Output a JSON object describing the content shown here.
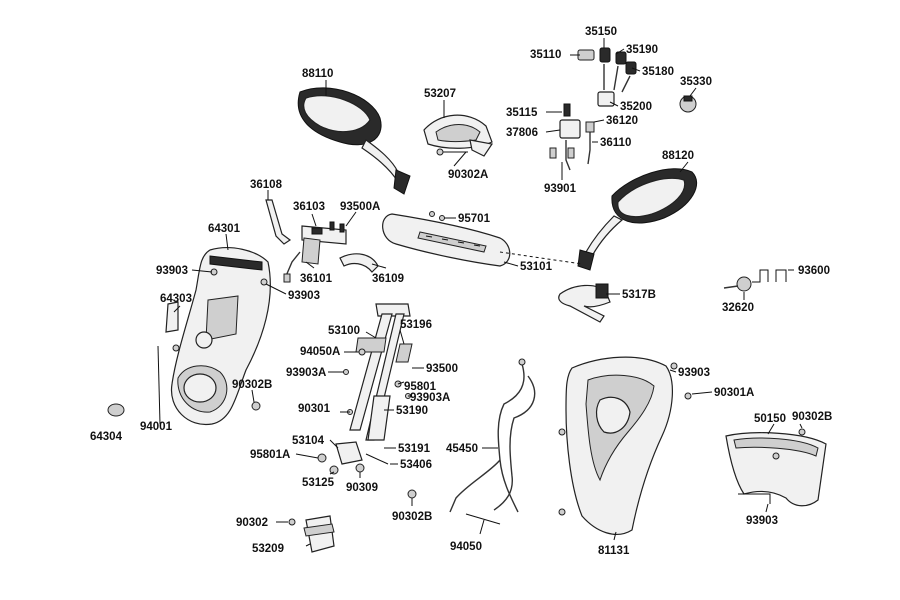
{
  "labels": {
    "p88110": "88110",
    "p53207": "53207",
    "p35150": "35150",
    "p35110": "35110",
    "p35190": "35190",
    "p35180": "35180",
    "p35330": "35330",
    "p35115": "35115",
    "p35200": "35200",
    "p37806": "37806",
    "p36120": "36120",
    "p36110": "36110",
    "p90302A": "90302A",
    "p93901": "93901",
    "p88120": "88120",
    "p36108": "36108",
    "p36103": "36103",
    "p93500A": "93500A",
    "p95701": "95701",
    "p64301": "64301",
    "p93903_a": "93903",
    "p36101": "36101",
    "p36109": "36109",
    "p53101": "53101",
    "p93903_b": "93903",
    "p64303": "64303",
    "p93600": "93600",
    "p5317B": "5317B",
    "p32620": "32620",
    "p53100": "53100",
    "p53196": "53196",
    "p94050A": "94050A",
    "p93500": "93500",
    "p93903A_a": "93903A",
    "p95801": "95801",
    "p93903A_b": "93903A",
    "p90302B_a": "90302B",
    "p90301": "90301",
    "p53190": "53190",
    "p93903_c": "93903",
    "p90301A": "90301A",
    "p50150": "50150",
    "p90302B_b": "90302B",
    "p64304": "64304",
    "p94001": "94001",
    "p53104": "53104",
    "p53191": "53191",
    "p95801A": "95801A",
    "p53406": "53406",
    "p45450": "45450",
    "p53125": "53125",
    "p90309": "90309",
    "p93903_d": "93903",
    "p90302": "90302",
    "p90302B_c": "90302B",
    "p53209": "53209",
    "p94050": "94050",
    "p81131": "81131"
  }
}
